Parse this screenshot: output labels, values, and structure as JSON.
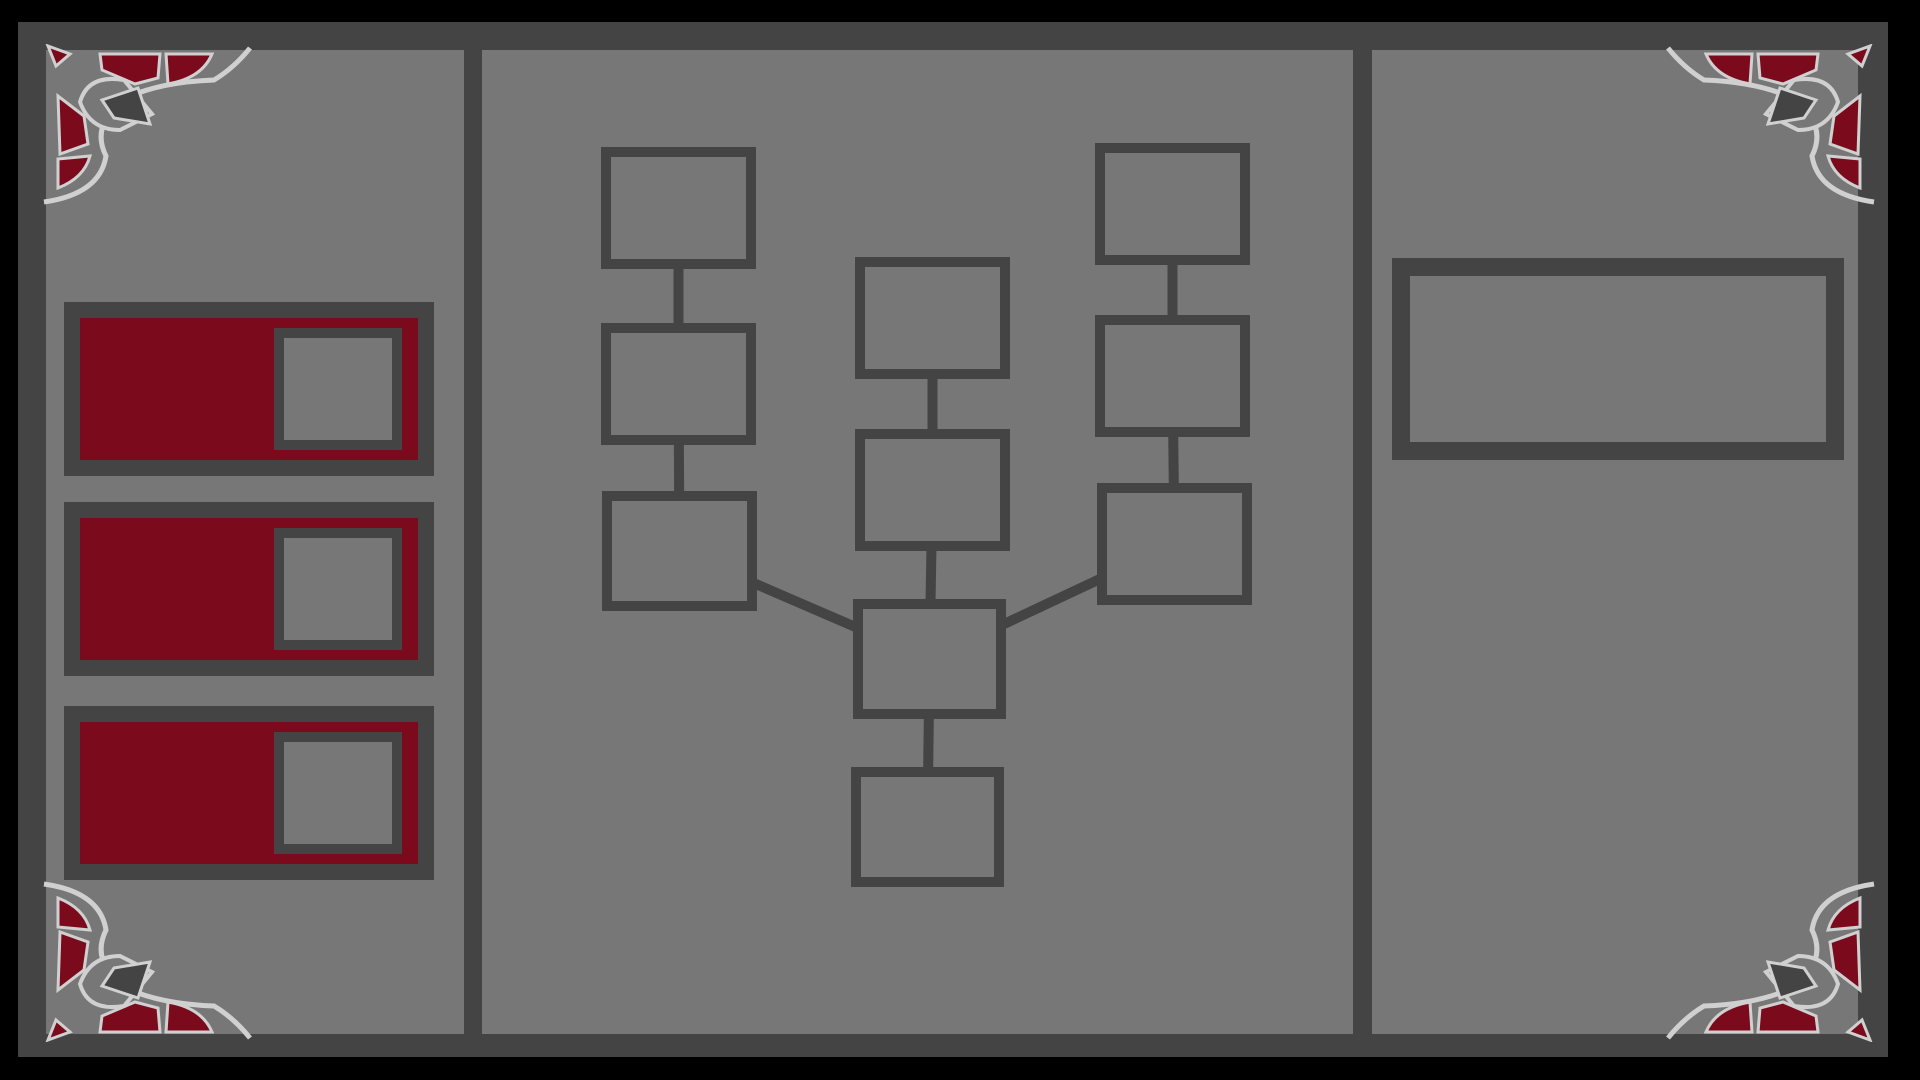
{
  "screen": {
    "title": "",
    "colors": {
      "background": "#000000",
      "frame": "#444444",
      "panel": "#777777",
      "accent": "#7a0a1c",
      "ornament_light": "#d0d0d0"
    }
  },
  "left_panel": {
    "slots": [
      {
        "label": "",
        "state": "selected"
      },
      {
        "label": "",
        "state": "selected"
      },
      {
        "label": "",
        "state": "selected"
      }
    ]
  },
  "skill_tree": {
    "nodes": [
      {
        "id": "L1",
        "label": ""
      },
      {
        "id": "L2",
        "label": ""
      },
      {
        "id": "L3",
        "label": ""
      },
      {
        "id": "C1",
        "label": ""
      },
      {
        "id": "C2",
        "label": ""
      },
      {
        "id": "C3",
        "label": ""
      },
      {
        "id": "C4",
        "label": ""
      },
      {
        "id": "R1",
        "label": ""
      },
      {
        "id": "R2",
        "label": ""
      },
      {
        "id": "R3",
        "label": ""
      }
    ],
    "edges": [
      [
        "L1",
        "L2"
      ],
      [
        "L2",
        "L3"
      ],
      [
        "L3",
        "C3"
      ],
      [
        "C1",
        "C2"
      ],
      [
        "C2",
        "C3"
      ],
      [
        "C3",
        "C4"
      ],
      [
        "R1",
        "R2"
      ],
      [
        "R2",
        "R3"
      ],
      [
        "R3",
        "C3"
      ]
    ]
  },
  "right_panel": {
    "info_box_text": ""
  },
  "corner_ornaments": [
    "ornament-icon",
    "ornament-icon",
    "ornament-icon",
    "ornament-icon"
  ]
}
